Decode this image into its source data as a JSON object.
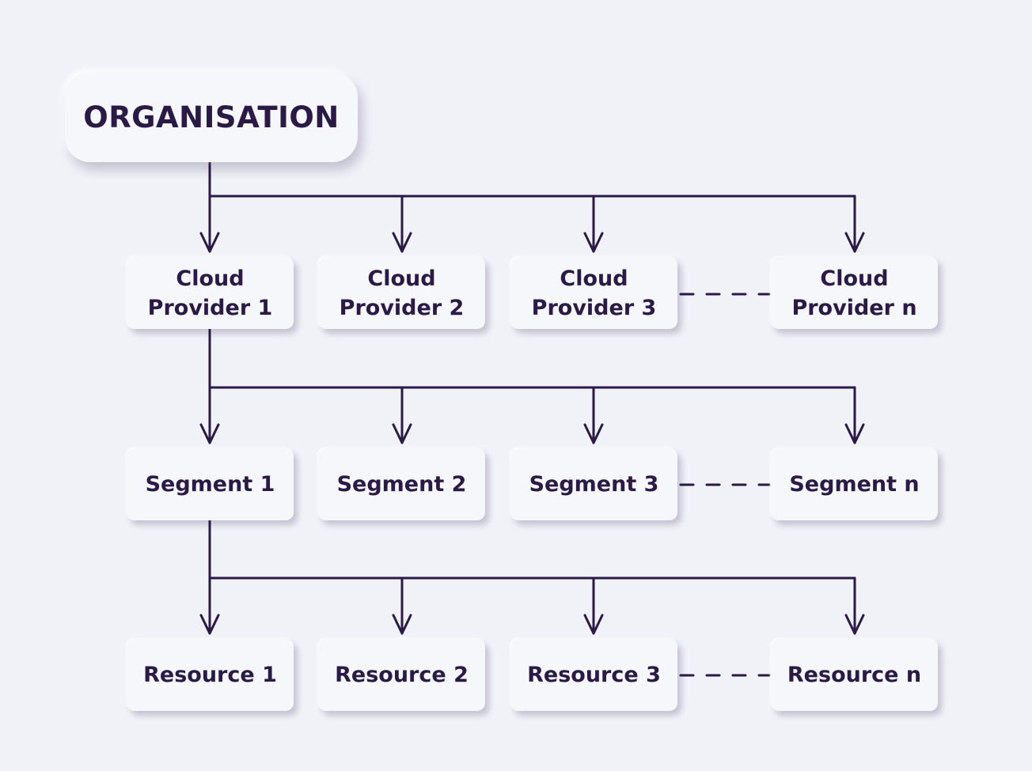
{
  "colors": {
    "background": "#f1f2f8",
    "box": "#f6f7fb",
    "ink": "#2a1a46"
  },
  "organisation": {
    "label": "ORGANISATION"
  },
  "providers": [
    {
      "line1": "Cloud",
      "line2": "Provider 1"
    },
    {
      "line1": "Cloud",
      "line2": "Provider 2"
    },
    {
      "line1": "Cloud",
      "line2": "Provider 3"
    },
    {
      "line1": "Cloud",
      "line2": "Provider n"
    }
  ],
  "segments": [
    {
      "label": "Segment 1"
    },
    {
      "label": "Segment 2"
    },
    {
      "label": "Segment 3"
    },
    {
      "label": "Segment n"
    }
  ],
  "resources": [
    {
      "label": "Resource 1"
    },
    {
      "label": "Resource 2"
    },
    {
      "label": "Resource 3"
    },
    {
      "label": "Resource n"
    }
  ]
}
